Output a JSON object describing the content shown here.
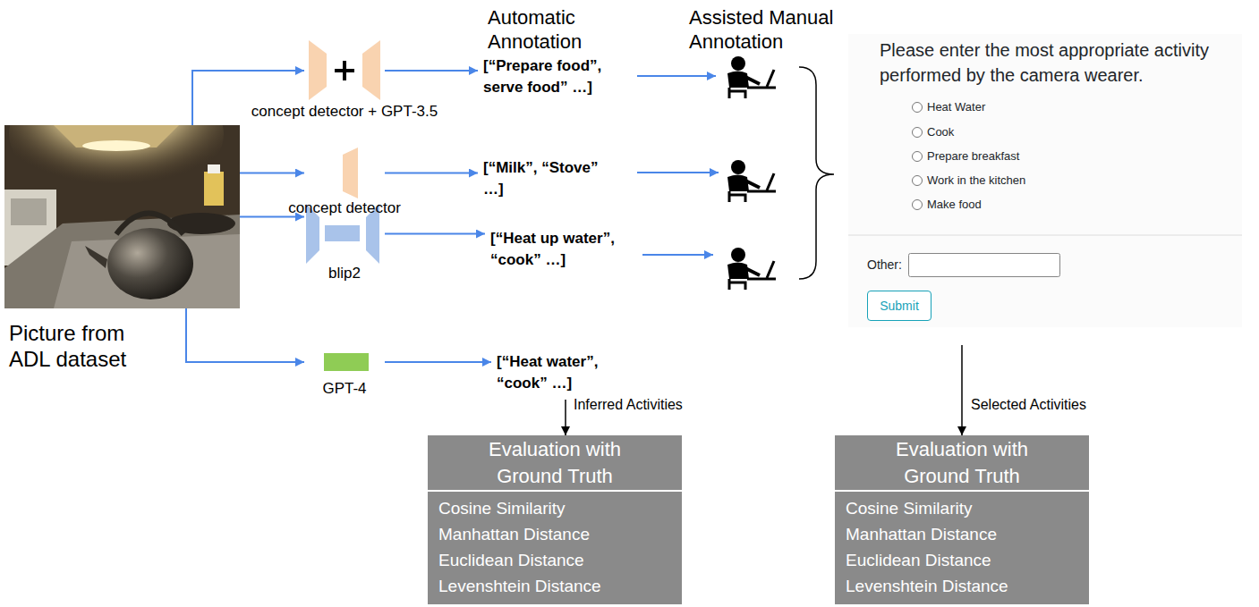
{
  "diagram": {
    "nodes": [
      {
        "text": [
          "Picture from ADL dataset"
        ]
      },
      {
        "text": [
          "concept detector + GPT-3.5"
        ]
      },
      {
        "text": [
          "concept detector"
        ]
      },
      {
        "text": [
          "blip2"
        ]
      },
      {
        "text": [
          "GPT-4"
        ]
      },
      {
        "text": [
          "[“Prepare food”, serve food” …]"
        ]
      },
      {
        "text": [
          "[“Milk”, “Stove” …]"
        ]
      },
      {
        "text": [
          "[“Heat up water”, “cook” …]"
        ]
      },
      {
        "text": [
          "[“Heat water”, “cook” …]"
        ]
      },
      {
        "text": [
          "Please enter the most appropriate activity performed by the camera wearer.",
          "Heat Water",
          "Cook",
          "Prepare breakfast",
          "Work in the kitchen",
          "Make food",
          "Other:"
        ]
      },
      {
        "text": [
          "Submit"
        ],
        "in": 9
      },
      {
        "text": [
          "Evaluation with Ground Truth",
          "Cosine Similarity",
          "Manhattan Distance",
          "Euclidean Distance",
          "Levenshtein Distance"
        ]
      },
      {
        "text": [
          "Evaluation with Ground Truth",
          "Cosine Similarity",
          "Manhattan Distance",
          "Euclidean Distance",
          "Levenshtein Distance"
        ]
      }
    ],
    "edges": [
      {
        "from": 0,
        "to": 1,
        "arrow": "to"
      },
      {
        "from": 0,
        "to": 2,
        "arrow": "to"
      },
      {
        "from": 0,
        "to": 3,
        "arrow": "to"
      },
      {
        "from": 0,
        "to": 4,
        "arrow": "to"
      },
      {
        "from": 1,
        "to": 5,
        "arrow": "to"
      },
      {
        "from": 2,
        "to": 6,
        "arrow": "to"
      },
      {
        "from": 3,
        "to": 7,
        "arrow": "to"
      },
      {
        "from": 4,
        "to": 8,
        "arrow": "to"
      },
      {
        "from": 8,
        "to": 11,
        "label": "Inferred Activities",
        "arrow": "to"
      },
      {
        "from": 9,
        "to": 12,
        "label": "Selected Activities",
        "arrow": "to"
      }
    ],
    "labels": [
      "Automatic Annotation",
      "Assisted Manual Annotation"
    ]
  }
}
